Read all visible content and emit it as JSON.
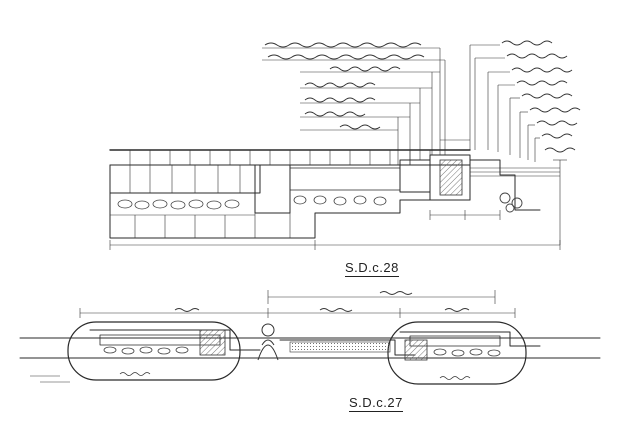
{
  "drawings": [
    {
      "id": "sdc28",
      "caption": "S.D.c.28"
    },
    {
      "id": "sdc27",
      "caption": "S.D.c.27"
    }
  ],
  "colors": {
    "ink": "#2a2a2a",
    "paper": "#ffffff",
    "hatch": "#9a9a9a"
  }
}
